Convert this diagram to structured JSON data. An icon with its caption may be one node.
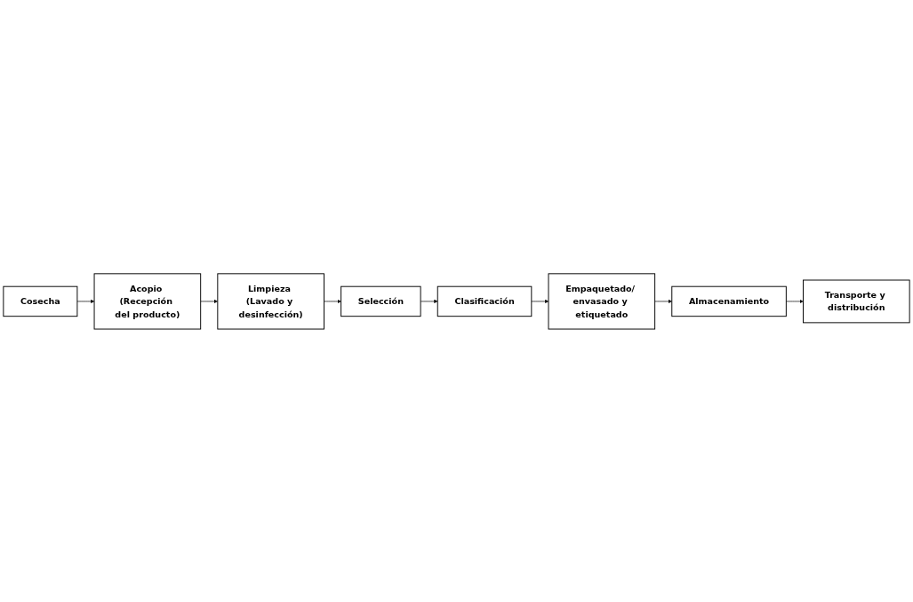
{
  "diagram": {
    "nodes": [
      {
        "text": [
          "Cosecha"
        ]
      },
      {
        "text": [
          "Acopio (Recepción del producto)"
        ]
      },
      {
        "text": [
          "Limpieza (Lavado y desinfección)"
        ]
      },
      {
        "text": [
          "Selección"
        ]
      },
      {
        "text": [
          "Clasificación"
        ]
      },
      {
        "text": [
          "Empaquetado/ envasado y etiquetado"
        ]
      },
      {
        "text": [
          "Almacenamiento"
        ]
      },
      {
        "text": [
          "Transporte y distribución"
        ]
      }
    ],
    "edges": [
      {
        "from": 0,
        "to": 1,
        "arrow": "to"
      },
      {
        "from": 1,
        "to": 2,
        "arrow": "to"
      },
      {
        "from": 2,
        "to": 3,
        "arrow": "to"
      },
      {
        "from": 3,
        "to": 4,
        "arrow": "to"
      },
      {
        "from": 4,
        "to": 5,
        "arrow": "to"
      },
      {
        "from": 5,
        "to": 6,
        "arrow": "to"
      },
      {
        "from": 6,
        "to": 7,
        "arrow": "to"
      }
    ]
  }
}
